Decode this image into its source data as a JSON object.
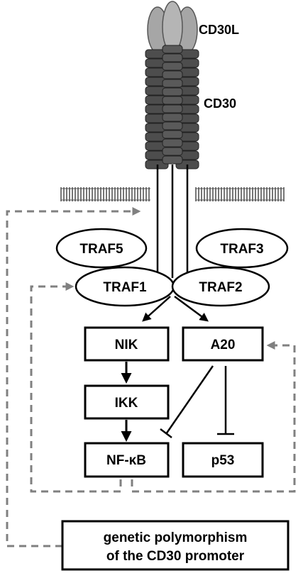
{
  "labels": {
    "cd30l": "CD30L",
    "cd30": "CD30",
    "traf5": "TRAF5",
    "traf3": "TRAF3",
    "traf1": "TRAF1",
    "traf2": "TRAF2",
    "nik": "NIK",
    "a20": "A20",
    "ikk": "IKK",
    "nfkb": "NF-κB",
    "p53": "p53",
    "promoter_line1": "genetic polymorphism",
    "promoter_line2": "of the CD30 promoter"
  },
  "colors": {
    "line": "#000000",
    "feedback_dashed": "#808080",
    "ligand_fill": "#a6a6a6",
    "receptor_fill": "#4d4d4d",
    "membrane": "#555555"
  }
}
